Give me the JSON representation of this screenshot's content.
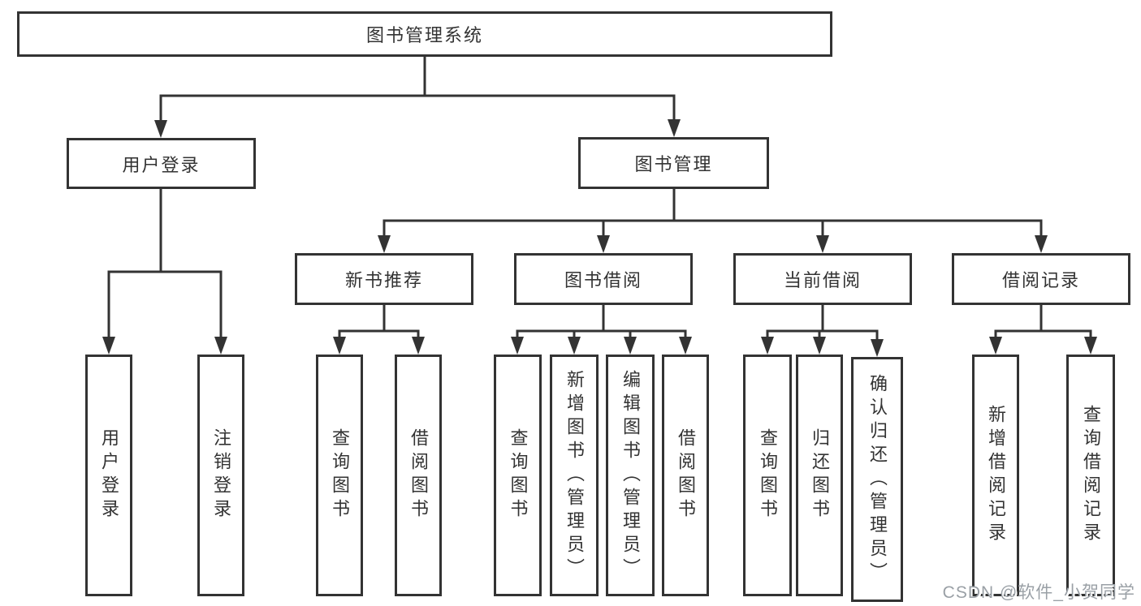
{
  "tree": {
    "root": {
      "label": "图书管理系统"
    },
    "branches": [
      {
        "label": "用户登录",
        "children": [
          {
            "label": "用户登录"
          },
          {
            "label": "注销登录"
          }
        ]
      },
      {
        "label": "图书管理",
        "children": [
          {
            "label": "新书推荐",
            "children": [
              {
                "label": "查询图书"
              },
              {
                "label": "借阅图书"
              }
            ]
          },
          {
            "label": "图书借阅",
            "children": [
              {
                "label": "查询图书"
              },
              {
                "label": "新增图书（管理员）"
              },
              {
                "label": "编辑图书（管理员）"
              },
              {
                "label": "借阅图书"
              }
            ]
          },
          {
            "label": "当前借阅",
            "children": [
              {
                "label": "查询图书"
              },
              {
                "label": "归还图书"
              },
              {
                "label": "确认归还（管理员）"
              }
            ]
          },
          {
            "label": "借阅记录",
            "children": [
              {
                "label": "新增借阅记录"
              },
              {
                "label": "查询借阅记录"
              }
            ]
          }
        ]
      }
    ]
  },
  "watermark": {
    "text": "CSDN @软件_小贺同学"
  },
  "colors": {
    "line": "#333333",
    "text": "#333333",
    "wm": "#9aa0a6",
    "background": "#ffffff"
  }
}
